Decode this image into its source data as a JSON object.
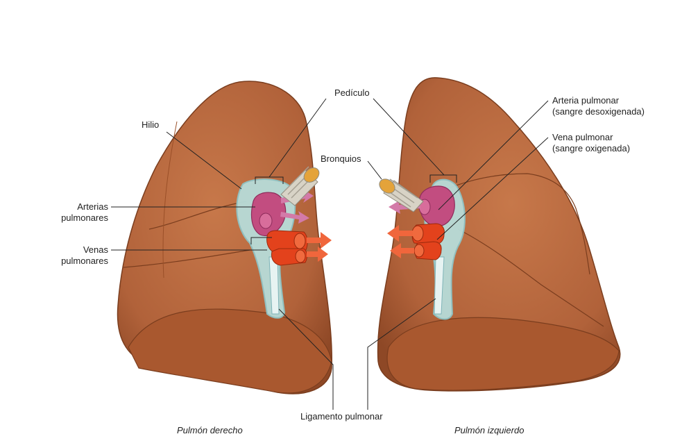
{
  "labels": {
    "pediculo": "Pedículo",
    "hilio": "Hilio",
    "bronquios": "Bronquios",
    "arterias_l1": "Arterias",
    "arterias_l2": "pulmonares",
    "venas_l1": "Venas",
    "venas_l2": "pulmonares",
    "arteria_pulmonar_l1": "Arteria pulmonar",
    "arteria_pulmonar_l2": "(sangre desoxigenada)",
    "vena_pulmonar_l1": "Vena pulmonar",
    "vena_pulmonar_l2": "(sangre oxigenada)",
    "ligamento": "Ligamento pulmonar",
    "pulmon_derecho": "Pulmón derecho",
    "pulmon_izquierdo": "Pulmón izquierdo"
  },
  "colors": {
    "lung": "#b5663a",
    "lung_dark": "#8a4522",
    "artery": "#c04a7a",
    "vein": "#e2401c",
    "bronchus": "#d9d4c6",
    "hilum_border": "#a9d3d6"
  }
}
